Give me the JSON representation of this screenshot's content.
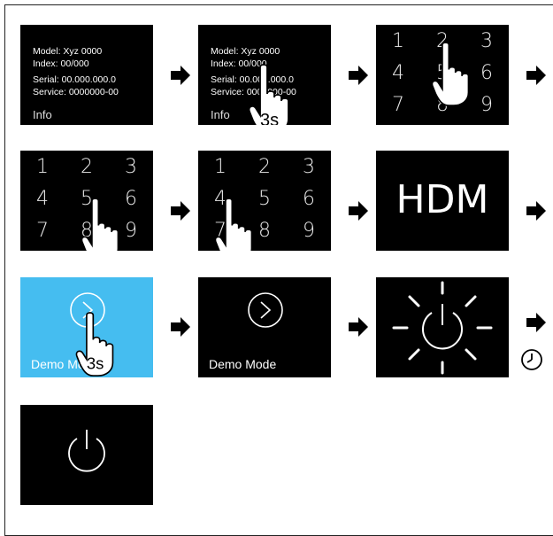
{
  "info_screen": {
    "model": "Model: Xyz 0000",
    "index": "Index: 00/000",
    "serial": "Serial: 00.000.000.0",
    "service": "Service: 0000000-00",
    "label": "Info"
  },
  "keypad": [
    "1",
    "2",
    "3",
    "4",
    "5",
    "6",
    "7",
    "8",
    "9"
  ],
  "hdm_label": "HDM",
  "demo_mode_label": "Demo Mode",
  "long_press_label": "3s",
  "colors": {
    "panel": "#000000",
    "highlight": "#45bdf0",
    "arrow": "#000000"
  },
  "icons": [
    "arrow-right-icon",
    "pointing-hand-icon",
    "power-icon",
    "chevron-right-circle-icon",
    "clock-icon"
  ]
}
